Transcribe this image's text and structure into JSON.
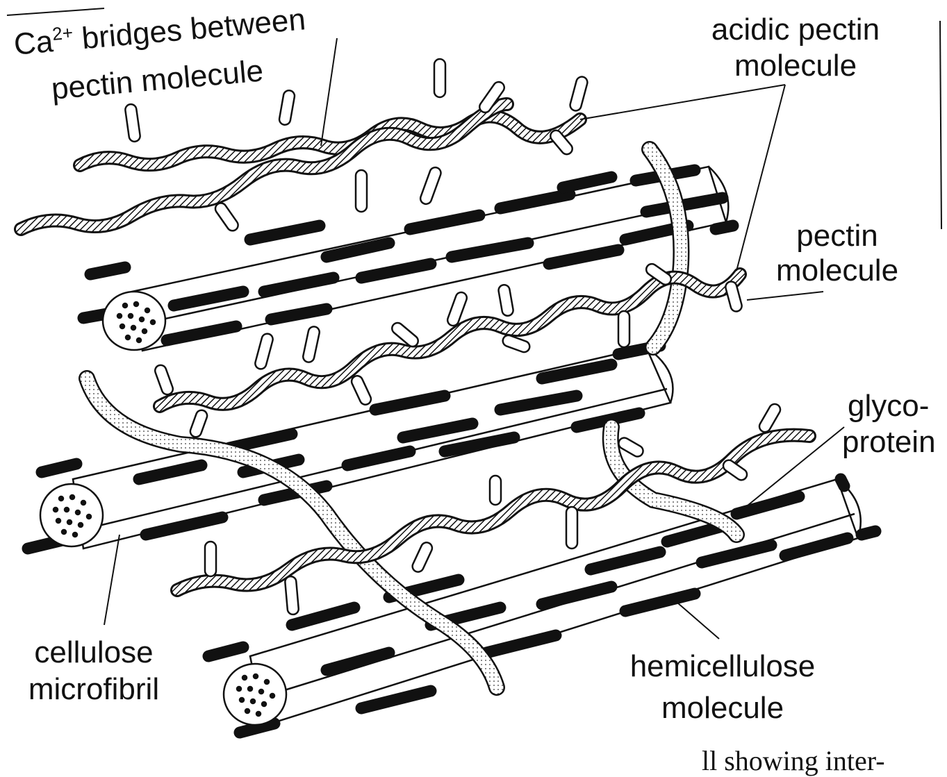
{
  "labels": {
    "ca_bridges": {
      "prefix": "Ca",
      "superscript": "2+",
      "rest": " bridges between",
      "line2": "pectin molecule"
    },
    "acidic_pectin": {
      "line1": "acidic pectin",
      "line2": "molecule"
    },
    "pectin": {
      "line1": "pectin",
      "line2": "molecule"
    },
    "glycoprotein": {
      "line1": "glyco-",
      "line2": "protein"
    },
    "cellulose": {
      "line1": "cellulose",
      "line2": "microfibril"
    },
    "hemicellulose": {
      "line1": "hemicellulose",
      "line2": "molecule"
    }
  },
  "caption_fragment": "ll showing inter-",
  "colors": {
    "ink": "#111111",
    "paper": "#ffffff",
    "stipple": "#ece6da"
  }
}
